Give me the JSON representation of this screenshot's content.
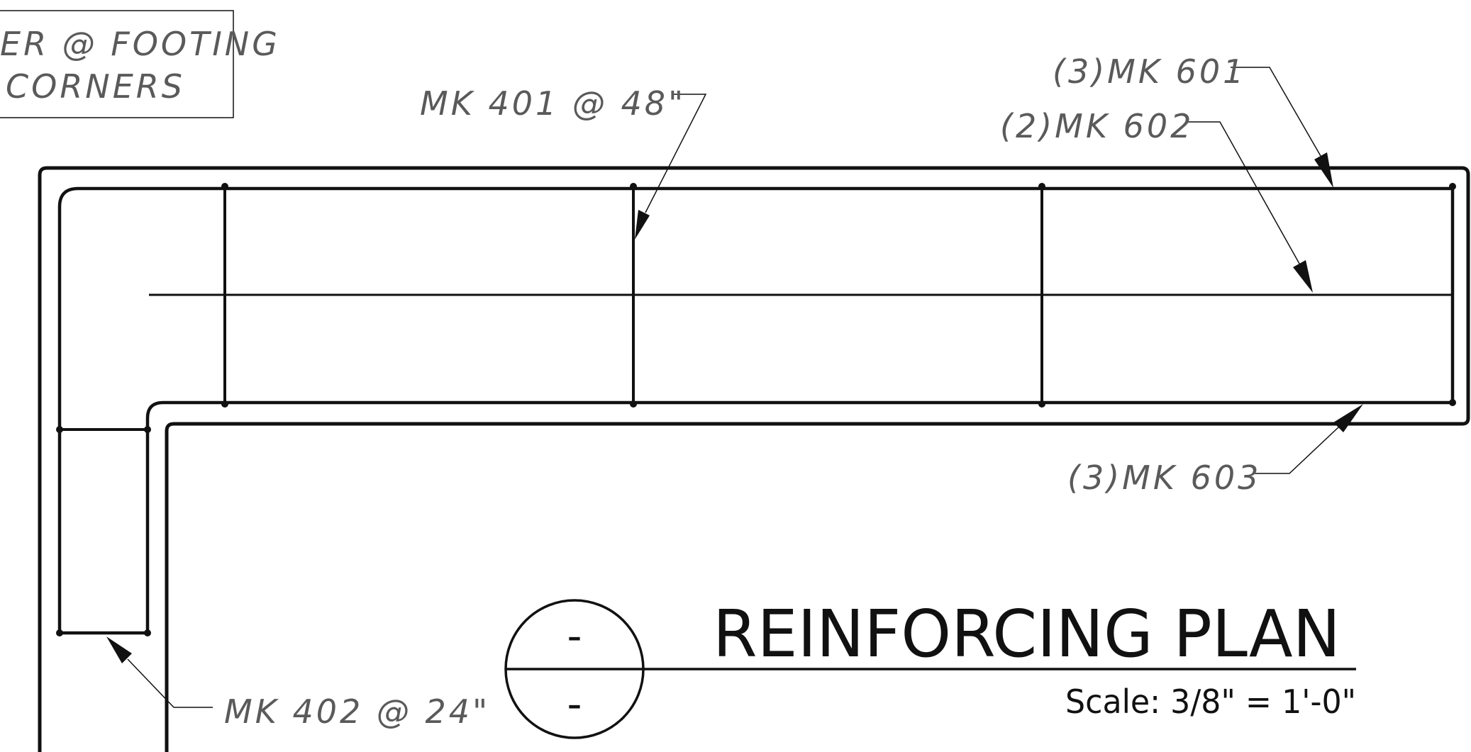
{
  "note": {
    "line1": "ER  @  FOOTING",
    "line2": "CORNERS"
  },
  "callouts": {
    "mk401": "MK  401  @  48\"",
    "mk601": "(3)MK  601",
    "mk602": "(2)MK  602",
    "mk603": "(3)MK  603",
    "mk402": "MK  402  @  24\""
  },
  "title_block": {
    "title": "REINFORCING PLAN",
    "scale": "Scale: 3/8\" = 1'-0\"",
    "detail_number": "-",
    "sheet_number": "-"
  }
}
